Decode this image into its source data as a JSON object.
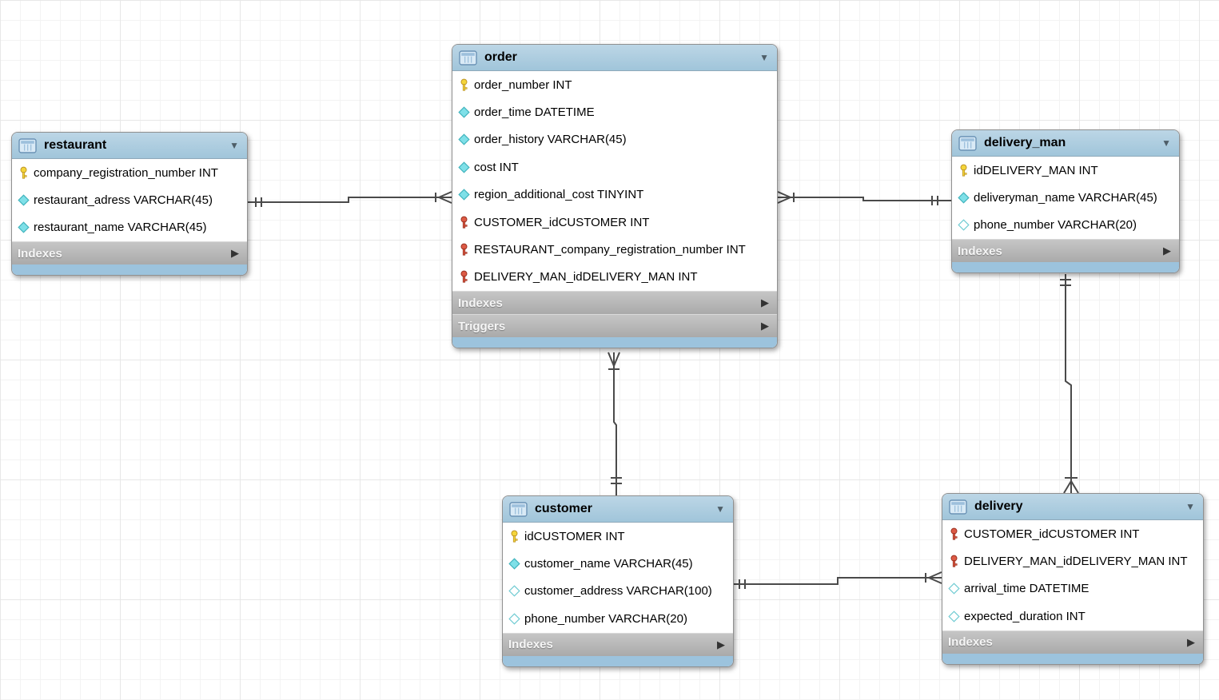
{
  "diagram": {
    "kind": "EER database diagram",
    "icons": {
      "collapse_glyph": "▼",
      "expand_glyph": "▶"
    },
    "colors": {
      "table_header_blue": "#aecbdf",
      "table_footer_blue": "#9cc3dd",
      "section_gray": "#b8b8b8",
      "primary_key_yellow": "#f2d232",
      "foreign_key_red": "#d6523f",
      "attribute_cyan": "#7fe0e8",
      "relationship_line_gray": "#4a4a4a",
      "canvas_grid": "#ededed"
    },
    "tables": [
      {
        "title": "restaurant",
        "columns": [
          {
            "icon": "primary-key",
            "text": "company_registration_number INT"
          },
          {
            "icon": "attribute-filled",
            "text": "restaurant_adress VARCHAR(45)"
          },
          {
            "icon": "attribute-filled",
            "text": "restaurant_name VARCHAR(45)"
          }
        ],
        "sections": [
          "Indexes"
        ]
      },
      {
        "title": "order",
        "columns": [
          {
            "icon": "primary-key",
            "text": "order_number INT"
          },
          {
            "icon": "attribute-filled",
            "text": "order_time DATETIME"
          },
          {
            "icon": "attribute-filled",
            "text": "order_history VARCHAR(45)"
          },
          {
            "icon": "attribute-filled",
            "text": "cost INT"
          },
          {
            "icon": "attribute-filled",
            "text": "region_additional_cost TINYINT"
          },
          {
            "icon": "foreign-key",
            "text": "CUSTOMER_idCUSTOMER INT"
          },
          {
            "icon": "foreign-key",
            "text": "RESTAURANT_company_registration_number INT"
          },
          {
            "icon": "foreign-key",
            "text": "DELIVERY_MAN_idDELIVERY_MAN INT"
          }
        ],
        "sections": [
          "Indexes",
          "Triggers"
        ]
      },
      {
        "title": "delivery_man",
        "columns": [
          {
            "icon": "primary-key",
            "text": "idDELIVERY_MAN INT"
          },
          {
            "icon": "attribute-filled",
            "text": "deliveryman_name VARCHAR(45)"
          },
          {
            "icon": "attribute-hollow",
            "text": "phone_number VARCHAR(20)"
          }
        ],
        "sections": [
          "Indexes"
        ]
      },
      {
        "title": "customer",
        "columns": [
          {
            "icon": "primary-key",
            "text": "idCUSTOMER INT"
          },
          {
            "icon": "attribute-filled",
            "text": "customer_name VARCHAR(45)"
          },
          {
            "icon": "attribute-hollow",
            "text": "customer_address VARCHAR(100)"
          },
          {
            "icon": "attribute-hollow",
            "text": "phone_number VARCHAR(20)"
          }
        ],
        "sections": [
          "Indexes"
        ]
      },
      {
        "title": "delivery",
        "columns": [
          {
            "icon": "foreign-key",
            "text": "CUSTOMER_idCUSTOMER INT"
          },
          {
            "icon": "foreign-key",
            "text": "DELIVERY_MAN_idDELIVERY_MAN INT"
          },
          {
            "icon": "attribute-hollow",
            "text": "arrival_time DATETIME"
          },
          {
            "icon": "attribute-hollow",
            "text": "expected_duration INT"
          }
        ],
        "sections": [
          "Indexes"
        ]
      }
    ],
    "relationships": [
      {
        "from": "restaurant",
        "to": "order",
        "from_end": "one-and-only-one",
        "to_end": "one-to-many"
      },
      {
        "from": "delivery_man",
        "to": "order",
        "from_end": "one-and-only-one",
        "to_end": "one-to-many"
      },
      {
        "from": "customer",
        "to": "order",
        "from_end": "one-and-only-one",
        "to_end": "one-to-many"
      },
      {
        "from": "delivery_man",
        "to": "delivery",
        "from_end": "one-and-only-one",
        "to_end": "one-to-many"
      },
      {
        "from": "customer",
        "to": "delivery",
        "from_end": "one-and-only-one",
        "to_end": "one-to-many"
      }
    ]
  }
}
